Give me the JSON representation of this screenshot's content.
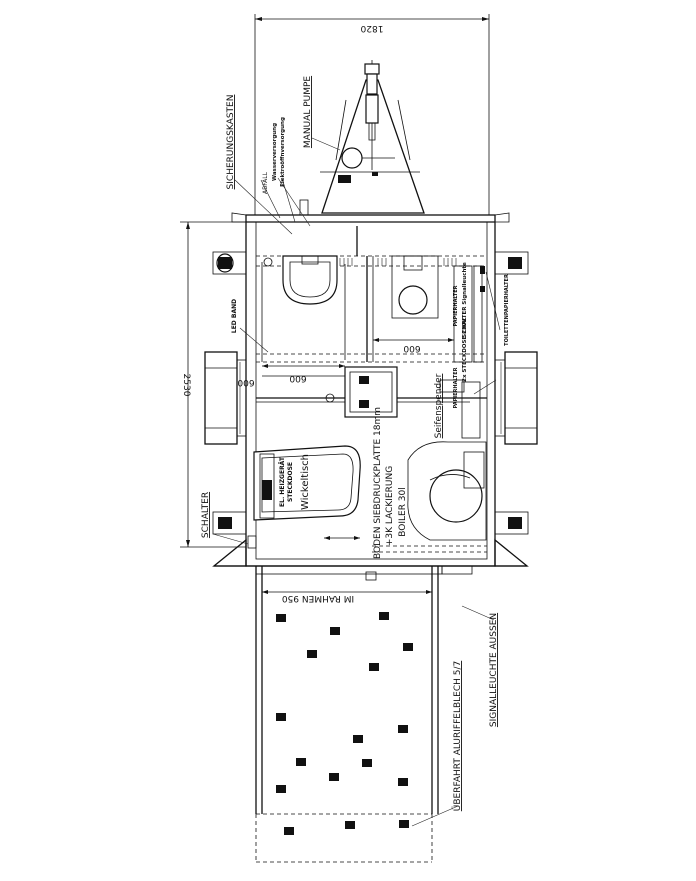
{
  "dimensions": {
    "width_total": "1820",
    "length_body": "2530",
    "inner_frame": "IM RAHMEN 950",
    "spacing_1": "600",
    "spacing_2": "600",
    "spacing_3": "600"
  },
  "labels": {
    "sicherungskasten": "SICHERUNGSKASTEN",
    "manual_pumpe": "MANUAL PUMPE",
    "abfall": "ABFALL",
    "wasserversorgung": "Wasserversorgung",
    "elektroversorgung": "Elektroöffnversorgung",
    "led_band": "LED BAND",
    "schalter": "SCHALTER",
    "seifenspender": "Seifenspender",
    "boden": "BODEN SIEBDRUCKPLATTE 18mm",
    "lackierung": "+3K LACKIERUNG",
    "boiler": "BOILER 30l",
    "wickeltisch": "Wickeltisch",
    "el_heizgeraet": "EL. HEIZGERÄT",
    "steckdose": "STECKDOSE",
    "papierhalter_1": "PAPIERHALTER",
    "papierhalter_2": "PAPIERHALTER",
    "schalter_signalleuchte": "SCHALTER Signalleuchte",
    "steckdose_230v": "2x STECKDOSE 230V",
    "toilettenpapierhalter": "TOILETTENPAPIERHALTER",
    "signalleuchte_aussen": "SIGNALLEUCHTE AUSSEN",
    "ueberfahrt": "ÜBERFAHRT ALURIFFELBLECH 5/7"
  },
  "colors": {
    "line": "#111111",
    "background": "#ffffff"
  }
}
